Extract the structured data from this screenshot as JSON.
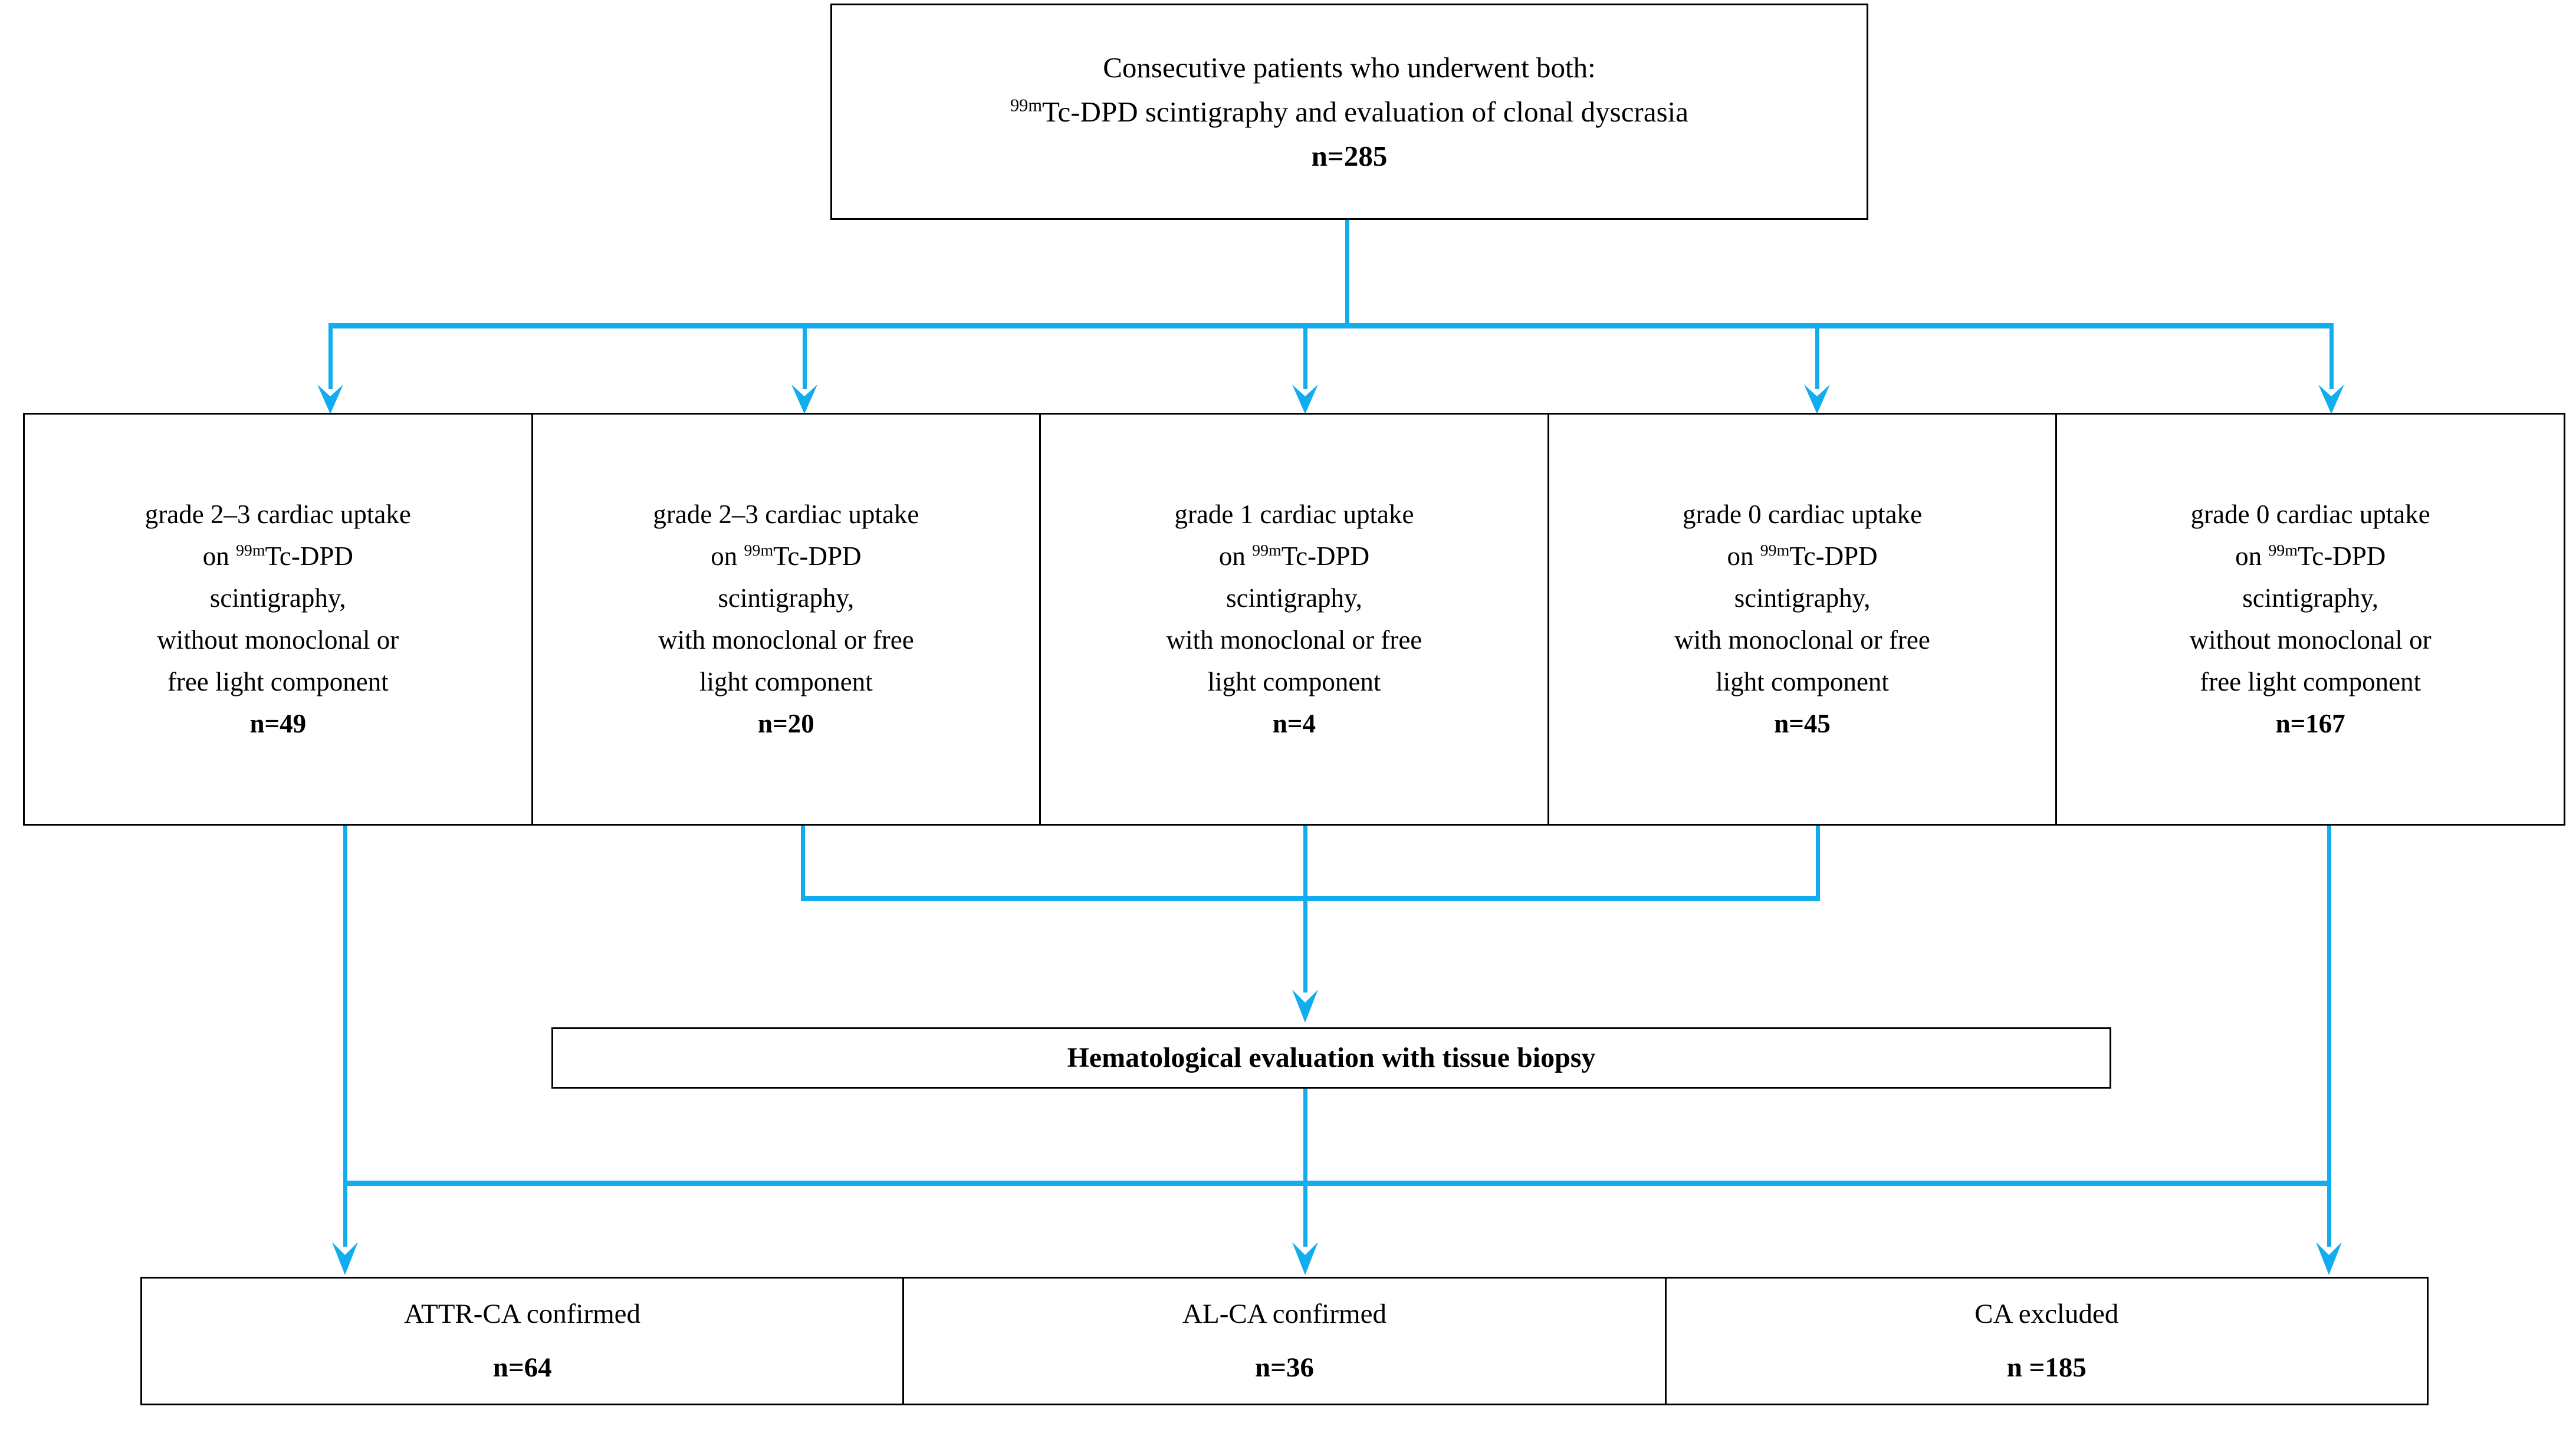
{
  "diagram": {
    "title": "Patient enrollment and classification flowchart",
    "accent_color": "#12ADEF",
    "box_border_color": "#000000",
    "background_color": "#FFFFFF"
  },
  "top_box": {
    "line1": "Consecutive patients who underwent both:",
    "line2_pre": "",
    "line2_sup": "99m",
    "line2_post": "Tc-DPD scintigraphy and evaluation of clonal dyscrasia",
    "count": "n=285"
  },
  "mid_row": [
    {
      "line1": "grade 2–3 cardiac uptake",
      "line2_pre": "on ",
      "line2_sup": "99m",
      "line2_post": "Tc-DPD",
      "line3": "scintigraphy,",
      "line4": "without monoclonal or",
      "line5": "free light component",
      "count": "n=49"
    },
    {
      "line1": "grade 2–3 cardiac uptake",
      "line2_pre": "on ",
      "line2_sup": "99m",
      "line2_post": "Tc-DPD",
      "line3": "scintigraphy,",
      "line4": "with monoclonal or free",
      "line5": "light component",
      "count": "n=20"
    },
    {
      "line1": "grade 1 cardiac uptake",
      "line2_pre": "on ",
      "line2_sup": "99m",
      "line2_post": "Tc-DPD",
      "line3": "scintigraphy,",
      "line4": "with monoclonal or free",
      "line5": "light component",
      "count": "n=4"
    },
    {
      "line1": "grade 0 cardiac uptake",
      "line2_pre": "on ",
      "line2_sup": "99m",
      "line2_post": "Tc-DPD",
      "line3": "scintigraphy,",
      "line4": "with monoclonal or free",
      "line5": "light component",
      "count": "n=45"
    },
    {
      "line1": "grade 0 cardiac uptake",
      "line2_pre": "on ",
      "line2_sup": "99m",
      "line2_post": "Tc-DPD",
      "line3": "scintigraphy,",
      "line4": "without monoclonal or",
      "line5": "free light component",
      "count": "n=167"
    }
  ],
  "hematology_box": {
    "label": "Hematological evaluation with tissue biopsy"
  },
  "bottom_row": [
    {
      "label": "ATTR-CA confirmed",
      "count": "n=64"
    },
    {
      "label": "AL-CA confirmed",
      "count": "n=36"
    },
    {
      "label": "CA excluded",
      "count": "n =185"
    }
  ]
}
